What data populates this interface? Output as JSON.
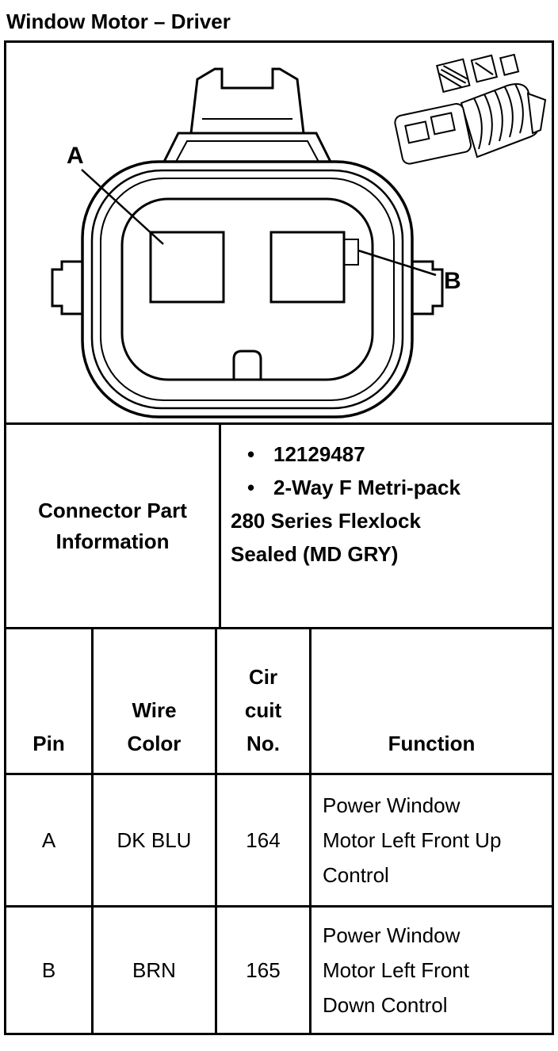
{
  "page": {
    "title": "Window Motor – Driver"
  },
  "diagram": {
    "pin_labels": {
      "a": "A",
      "b": "B"
    }
  },
  "part_info": {
    "label": "Connector Part Information",
    "bullet_marker": "•",
    "bullets": [
      "12129487",
      "2-Way F Metri-pack"
    ],
    "lines": [
      "280 Series Flexlock",
      "Sealed (MD GRY)"
    ]
  },
  "pin_table": {
    "headers": {
      "pin": "Pin",
      "wire_color": "Wire Color",
      "circuit_no": "Cir cuit No.",
      "function": "Function"
    },
    "rows": [
      {
        "pin": "A",
        "wire_color": "DK BLU",
        "circuit_no": "164",
        "function": "Power Window Motor Left Front Up Control"
      },
      {
        "pin": "B",
        "wire_color": "BRN",
        "circuit_no": "165",
        "function": "Power Window Motor Left Front Down Control"
      }
    ]
  }
}
